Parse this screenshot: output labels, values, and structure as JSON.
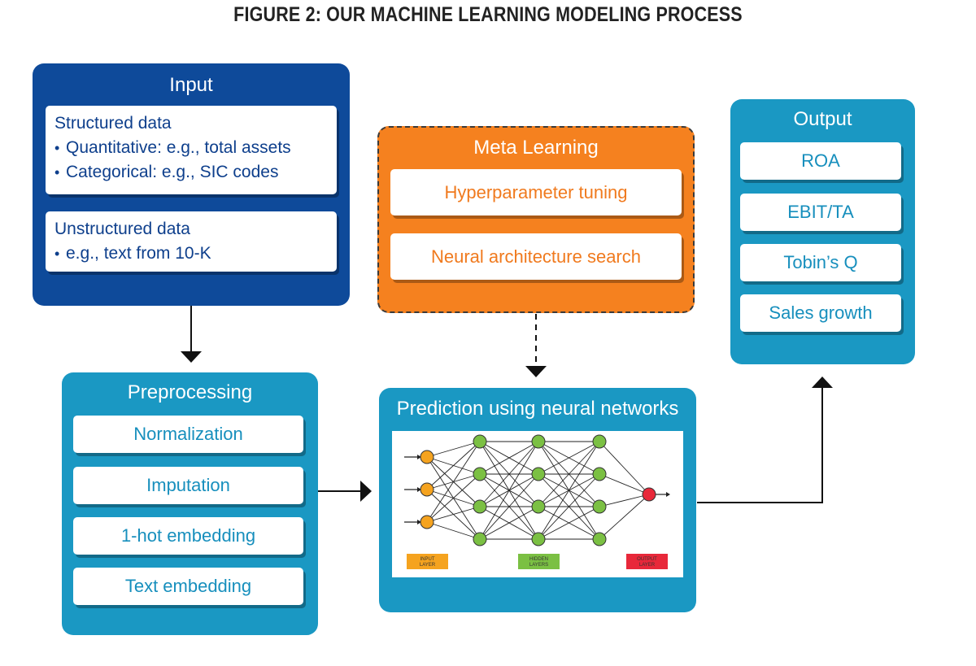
{
  "title": "FIGURE 2: OUR MACHINE LEARNING MODELING PROCESS",
  "colors": {
    "input_panel": "#0e4a9a",
    "meta_panel": "#f5811f",
    "blue_panel": "#1a98c3",
    "input_node": "#f5a31f",
    "hidden_node": "#7bc043",
    "output_node": "#e8283a"
  },
  "input": {
    "title": "Input",
    "structured": {
      "heading": "Structured data",
      "bullets": [
        "Quantitative: e.g., total assets",
        "Categorical: e.g., SIC codes"
      ]
    },
    "unstructured": {
      "heading": "Unstructured data",
      "bullets": [
        "e.g., text from 10-K"
      ]
    }
  },
  "meta": {
    "title": "Meta Learning",
    "items": [
      "Hyperparameter tuning",
      "Neural architecture search"
    ]
  },
  "output": {
    "title": "Output",
    "items": [
      "ROA",
      "EBIT/TA",
      "Tobin’s Q",
      "Sales growth"
    ]
  },
  "preprocessing": {
    "title": "Preprocessing",
    "items": [
      "Normalization",
      "Imputation",
      "1-hot embedding",
      "Text embedding"
    ]
  },
  "prediction": {
    "title": "Prediction using neural networks",
    "network": {
      "layer_sizes": [
        3,
        4,
        4,
        4,
        1
      ],
      "legend": {
        "input": [
          "INPUT",
          "LAYER"
        ],
        "hidden": [
          "HIDDEN",
          "LAYERS"
        ],
        "output": [
          "OUTPUT",
          "LAYER"
        ]
      }
    }
  }
}
